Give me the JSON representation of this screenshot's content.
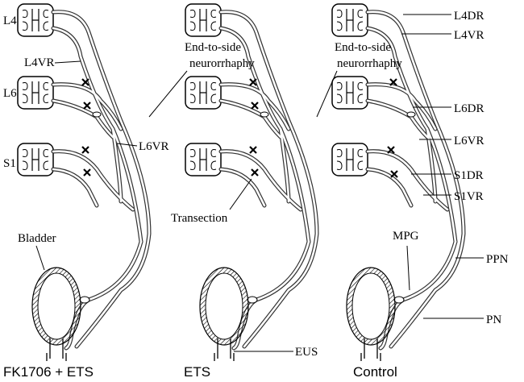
{
  "segments": {
    "l4": "L4",
    "l6": "L6",
    "s1": "S1"
  },
  "panel1": {
    "caption": "FK1706 + ETS",
    "ets_line1": "End-to-side",
    "ets_line2": "neurorrhaphy",
    "l4vr": "L4VR",
    "l6vr": "L6VR",
    "bladder": "Bladder"
  },
  "panel2": {
    "caption": "ETS",
    "ets_line1": "End-to-side",
    "ets_line2": "neurorrhaphy",
    "transection": "Transection",
    "eus": "EUS"
  },
  "panel3": {
    "caption": "Control",
    "l4dr": "L4DR",
    "l4vr": "L4VR",
    "l6dr": "L6DR",
    "l6vr": "L6VR",
    "s1dr": "S1DR",
    "s1vr": "S1VR",
    "mpg": "MPG",
    "ppn": "PPN",
    "pn": "PN"
  }
}
